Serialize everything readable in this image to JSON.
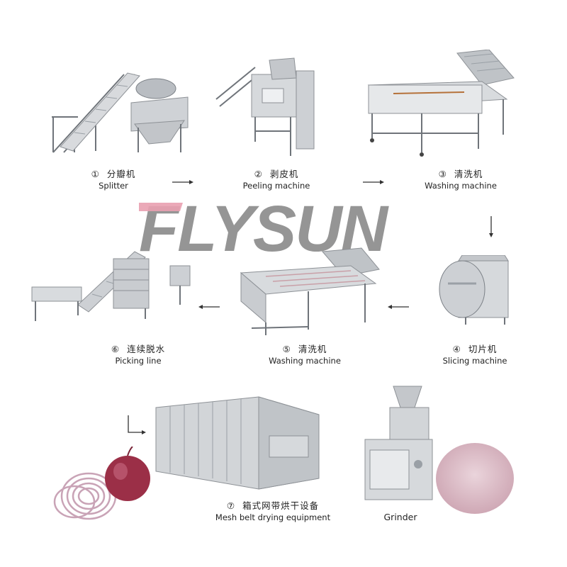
{
  "logo": {
    "text": "FLYSUN",
    "color_gray": "#8a8a8a",
    "color_pink": "#e9a0b0"
  },
  "steps": [
    {
      "num": "①",
      "cn": "分瓣机",
      "en": "Splitter"
    },
    {
      "num": "②",
      "cn": "剥皮机",
      "en": "Peeling machine"
    },
    {
      "num": "③",
      "cn": "清洗机",
      "en": "Washing machine"
    },
    {
      "num": "④",
      "cn": "切片机",
      "en": "Slicing machine"
    },
    {
      "num": "⑤",
      "cn": "清洗机",
      "en": "Washing machine"
    },
    {
      "num": "⑥",
      "cn": "连续脱水",
      "en": "Picking line"
    },
    {
      "num": "⑦",
      "cn": "箱式网带烘干设备",
      "en": "Mesh belt drying equipment"
    }
  ],
  "grinder": {
    "en": "Grinder"
  },
  "colors": {
    "steel": "#c9ccd0",
    "steel_dark": "#8d9196",
    "onion": "#9b2f47",
    "powder": "#e2c7cf"
  }
}
